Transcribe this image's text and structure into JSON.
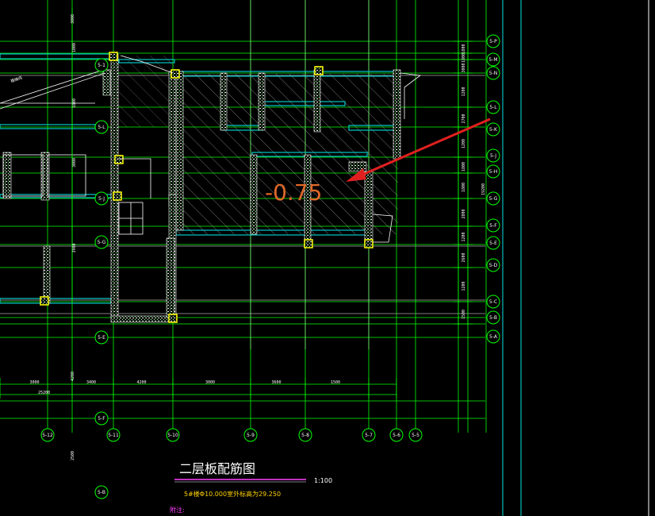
{
  "colors": {
    "background": "#000000",
    "axis": "#00ff00",
    "wall": "#ffffff",
    "beam": "#00c8c8",
    "hatch": "#dcdcdc",
    "column": "#ffff00",
    "arrow": "#e02020",
    "elevation": "#e0682a",
    "title_underline": "#ff40ff"
  },
  "drawing": {
    "title": "二层板配筋图",
    "scale": "1:100",
    "subtitle": "5#楼Φ10.000室外标高为29.250",
    "note": "附注:",
    "elevation_label": "-0.75",
    "arrow_icon": "red-arrow-icon",
    "left_bubbles": [
      "5-1",
      "5-L",
      "5-J",
      "5-G",
      "5-E",
      "5-F",
      "5-B"
    ],
    "right_bubbles": [
      "5-P",
      "5-M",
      "5-N",
      "5-L",
      "5-K",
      "5-J",
      "5-H",
      "5-G",
      "5-F",
      "5-E",
      "5-D",
      "5-C",
      "5-B",
      "5-A"
    ],
    "bottom_bubbles": [
      "5-12",
      "5-11",
      "5-10",
      "5-9",
      "5-8",
      "5-7",
      "5-6",
      "5-5"
    ],
    "bottom_dimensions": [
      "3000",
      "3400",
      "4200",
      "3000",
      "3600",
      "1500"
    ],
    "bottom_total": "25200",
    "right_dimensions": [
      "1800",
      "1800",
      "3000",
      "1200",
      "2700",
      "1200",
      "1800",
      "1800",
      "2800",
      "1200",
      "2600",
      "1200",
      "1500"
    ],
    "right_total": "19200",
    "left_dimensions": [
      "1000",
      "1800",
      "3000",
      "3900"
    ],
    "label_top": "楼梯间",
    "dim_vert_misc": [
      "2500",
      "4200",
      "3000"
    ]
  }
}
